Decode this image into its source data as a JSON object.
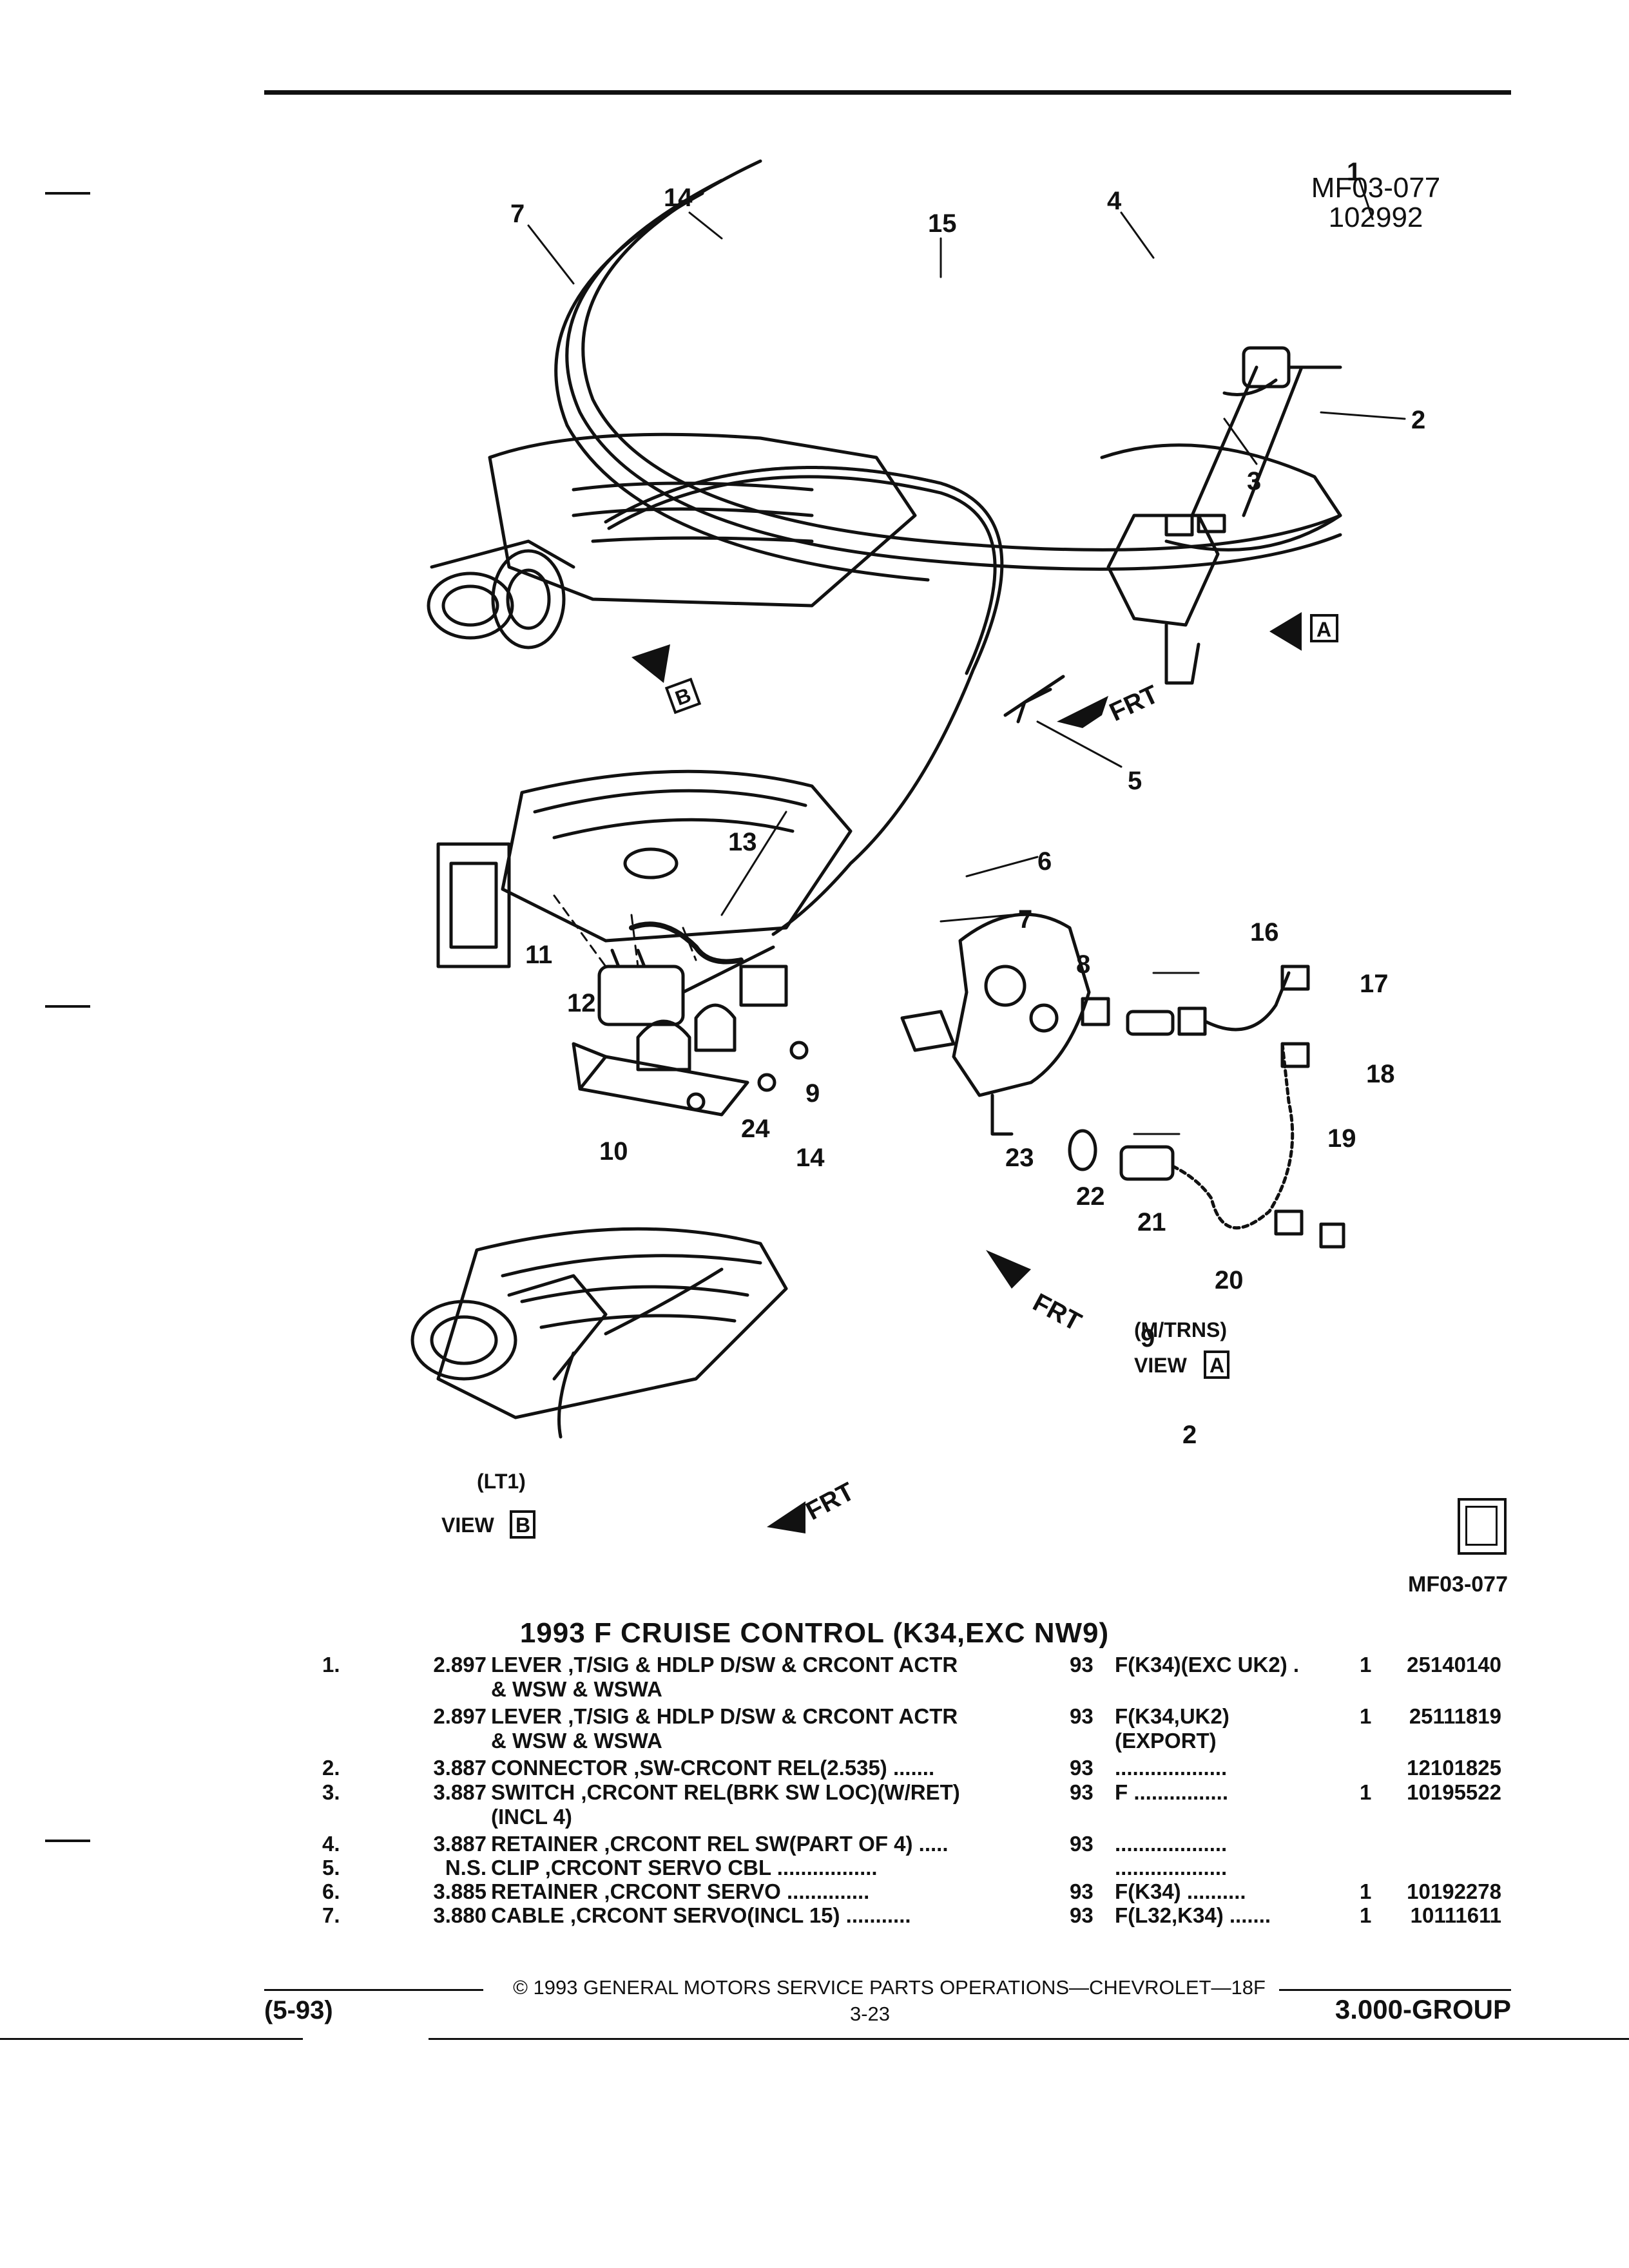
{
  "header": {
    "figure_id": "MF03-077",
    "figure_date": "102992"
  },
  "diagram": {
    "callouts": [
      "1",
      "2",
      "3",
      "4",
      "5",
      "6",
      "7",
      "8",
      "9",
      "10",
      "11",
      "12",
      "13",
      "14",
      "15",
      "16",
      "17",
      "18",
      "19",
      "20",
      "21",
      "22",
      "23",
      "24"
    ],
    "view_a_caption": "(M/TRNS)",
    "view_label": "VIEW",
    "view_a_letter": "A",
    "view_b_caption": "(LT1)",
    "view_b_letter": "B",
    "frt_label": "FRT"
  },
  "figure_ref_bottom": "MF03-077",
  "section_title": "1993 F CRUISE CONTROL (K34,EXC NW9)",
  "parts": [
    {
      "idx": "1.",
      "grp": "2.897",
      "name": "LEVER",
      "desc": " ,T/SIG & HDLP D/SW & CRCONT ACTR",
      "desc2": "& WSW & WSWA",
      "yr": "93",
      "app": "F(K34)(EXC UK2)  .",
      "app2": "",
      "qty": "1",
      "pn": "25140140"
    },
    {
      "idx": "",
      "grp": "2.897",
      "name": "LEVER",
      "desc": " ,T/SIG & HDLP D/SW & CRCONT ACTR",
      "desc2": "& WSW & WSWA",
      "yr": "93",
      "app": "F(K34,UK2)",
      "app2": "(EXPORT)",
      "qty": "1",
      "pn": "25111819"
    },
    {
      "idx": "2.",
      "grp": "3.887",
      "name": "CONNECTOR",
      "desc": " ,SW-CRCONT REL(2.535)  .......",
      "desc2": "",
      "yr": "93",
      "app": "...................",
      "app2": "",
      "qty": "",
      "pn": "12101825"
    },
    {
      "idx": "3.",
      "grp": "3.887",
      "name": "SWITCH",
      "desc": " ,CRCONT REL(BRK SW LOC)(W/RET)",
      "desc2": "(INCL 4)",
      "yr": "93",
      "app": "F  ................",
      "app2": "",
      "qty": "1",
      "pn": "10195522"
    },
    {
      "idx": "4.",
      "grp": "3.887",
      "name": "RETAINER",
      "desc": " ,CRCONT REL SW(PART OF 4)  .....",
      "desc2": "",
      "yr": "93",
      "app": "...................",
      "app2": "",
      "qty": "",
      "pn": ""
    },
    {
      "idx": "5.",
      "grp": "N.S.",
      "name": "CLIP",
      "desc": " ,CRCONT SERVO CBL  .................",
      "desc2": "",
      "yr": "",
      "app": "...................",
      "app2": "",
      "qty": "",
      "pn": ""
    },
    {
      "idx": "6.",
      "grp": "3.885",
      "name": "RETAINER",
      "desc": " ,CRCONT SERVO  ..............",
      "desc2": "",
      "yr": "93",
      "app": "F(K34)  ..........",
      "app2": "",
      "qty": "1",
      "pn": "10192278"
    },
    {
      "idx": "7.",
      "grp": "3.880",
      "name": "CABLE",
      "desc": " ,CRCONT SERVO(INCL 15)  ...........",
      "desc2": "",
      "yr": "93",
      "app": "F(L32,K34)  .......",
      "app2": "",
      "qty": "1",
      "pn": "10111611"
    }
  ],
  "footer": {
    "copyright": "© 1993 GENERAL MOTORS SERVICE PARTS OPERATIONS—CHEVROLET—18F",
    "date": "(5-93)",
    "page": "3-23",
    "group": "3.000-GROUP"
  }
}
